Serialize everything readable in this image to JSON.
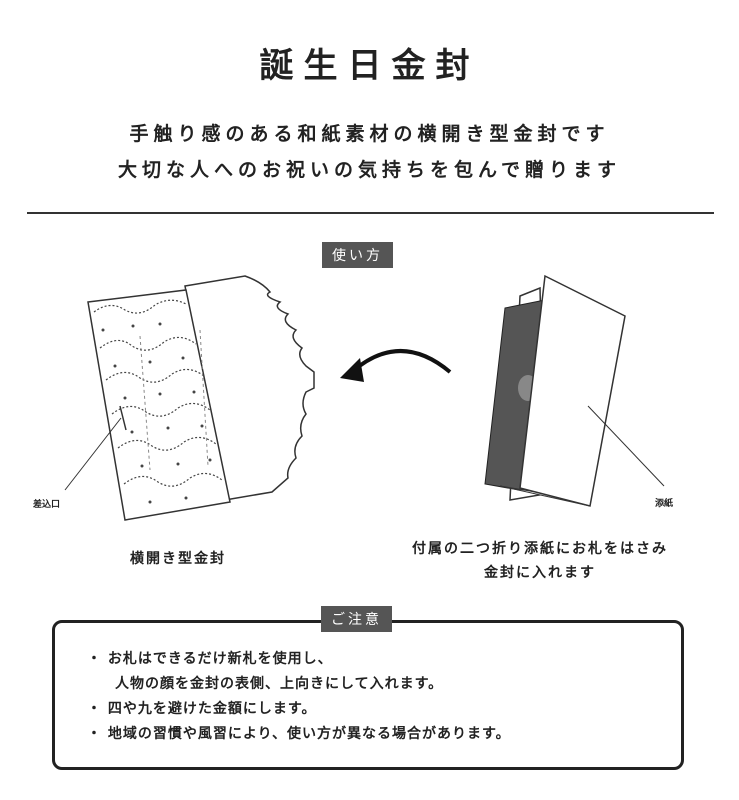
{
  "title": "誕生日金封",
  "intro": {
    "line1": "手触り感のある和紙素材の横開き型金封です",
    "line2": "大切な人へのお祝いの気持ちを包んで贈ります"
  },
  "howto_label": "使い方",
  "illustration": {
    "slot_label": "差込口",
    "left_caption": "横開き型金封",
    "sheet_label": "添紙",
    "right_caption_line1": "付属の二つ折り添紙にお札をはさみ",
    "right_caption_line2": "金封に入れます"
  },
  "caution_label": "ご注意",
  "notes": [
    {
      "line1": "お札はできるだけ新札を使用し、",
      "line2": "人物の顔を金封の表側、上向きにして入れます。"
    },
    {
      "line1": "四や九を避けた金額にします。"
    },
    {
      "line1": "地域の習慣や風習により、使い方が異なる場合があります。"
    }
  ]
}
